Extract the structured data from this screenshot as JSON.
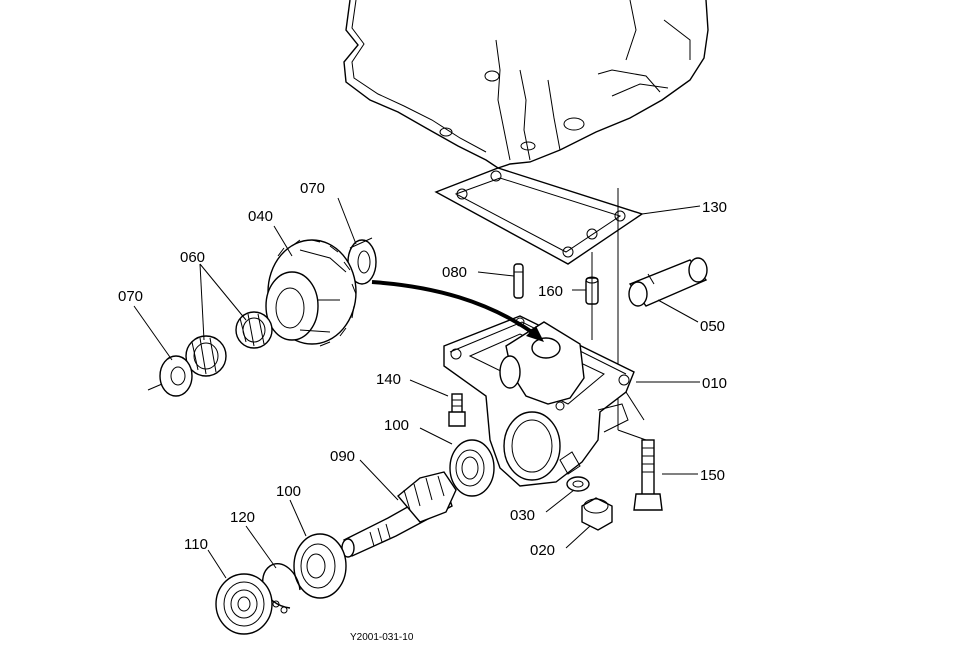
{
  "diagram_code": "Y2001-031-10",
  "parts": [
    {
      "id": "p070a",
      "label": "070"
    },
    {
      "id": "p040",
      "label": "040"
    },
    {
      "id": "p060",
      "label": "060"
    },
    {
      "id": "p070b",
      "label": "070"
    },
    {
      "id": "p130",
      "label": "130"
    },
    {
      "id": "p080",
      "label": "080"
    },
    {
      "id": "p160",
      "label": "160"
    },
    {
      "id": "p050",
      "label": "050"
    },
    {
      "id": "p010",
      "label": "010"
    },
    {
      "id": "p140",
      "label": "140"
    },
    {
      "id": "p100a",
      "label": "100"
    },
    {
      "id": "p090",
      "label": "090"
    },
    {
      "id": "p150",
      "label": "150"
    },
    {
      "id": "p030",
      "label": "030"
    },
    {
      "id": "p100b",
      "label": "100"
    },
    {
      "id": "p120",
      "label": "120"
    },
    {
      "id": "p110",
      "label": "110"
    },
    {
      "id": "p020",
      "label": "020"
    }
  ]
}
